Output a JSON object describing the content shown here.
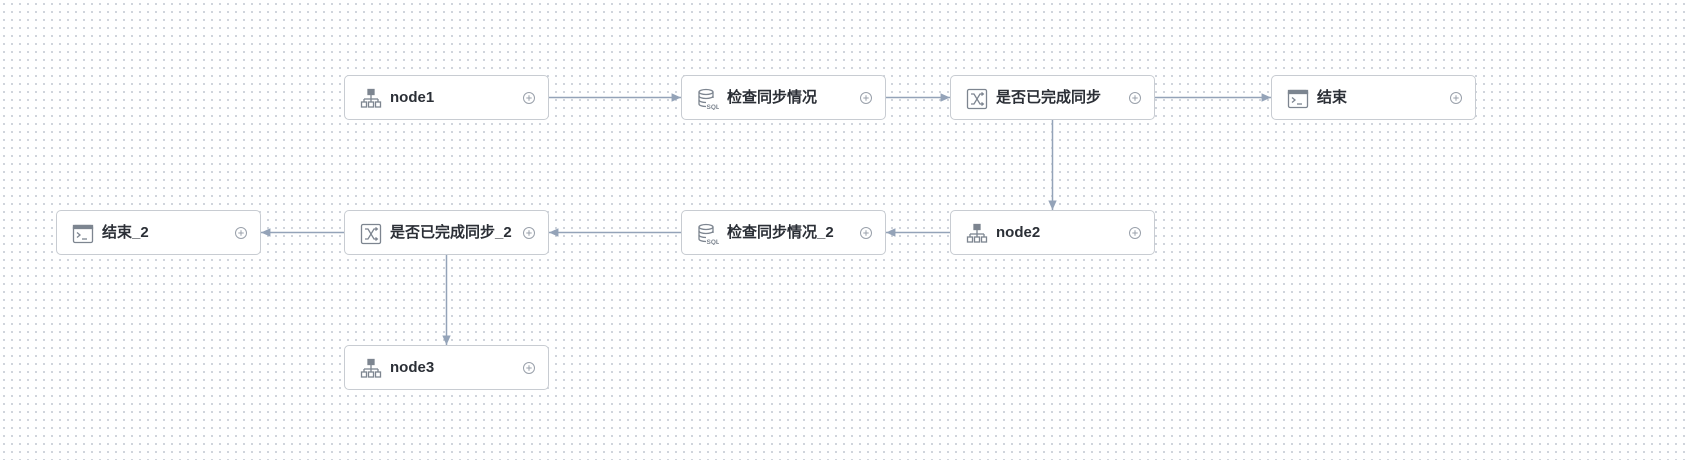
{
  "canvas": {
    "nodes": [
      {
        "id": "n1",
        "label": "node1",
        "type": "subprocess"
      },
      {
        "id": "n2",
        "label": "检查同步情况",
        "type": "sql"
      },
      {
        "id": "n3",
        "label": "是否已完成同步",
        "type": "condition"
      },
      {
        "id": "n4",
        "label": "结束",
        "type": "shell"
      },
      {
        "id": "n5",
        "label": "node2",
        "type": "subprocess"
      },
      {
        "id": "n6",
        "label": "检查同步情况_2",
        "type": "sql"
      },
      {
        "id": "n7",
        "label": "是否已完成同步_2",
        "type": "condition"
      },
      {
        "id": "n8",
        "label": "结束_2",
        "type": "shell"
      },
      {
        "id": "n9",
        "label": "node3",
        "type": "subprocess"
      }
    ],
    "edges": [
      {
        "from": "n1",
        "to": "n2"
      },
      {
        "from": "n2",
        "to": "n3"
      },
      {
        "from": "n3",
        "to": "n4"
      },
      {
        "from": "n3",
        "to": "n5"
      },
      {
        "from": "n5",
        "to": "n6"
      },
      {
        "from": "n6",
        "to": "n7"
      },
      {
        "from": "n7",
        "to": "n8"
      },
      {
        "from": "n7",
        "to": "n9"
      }
    ],
    "icons": {
      "subprocess": "sitemap-icon",
      "sql": "database-sql-icon",
      "condition": "switch-condition-icon",
      "shell": "terminal-icon"
    },
    "colors": {
      "edge": "#94a3b8",
      "node_border": "#c8ccd2",
      "icon": "#7d8590",
      "label": "#2b2f36"
    }
  }
}
